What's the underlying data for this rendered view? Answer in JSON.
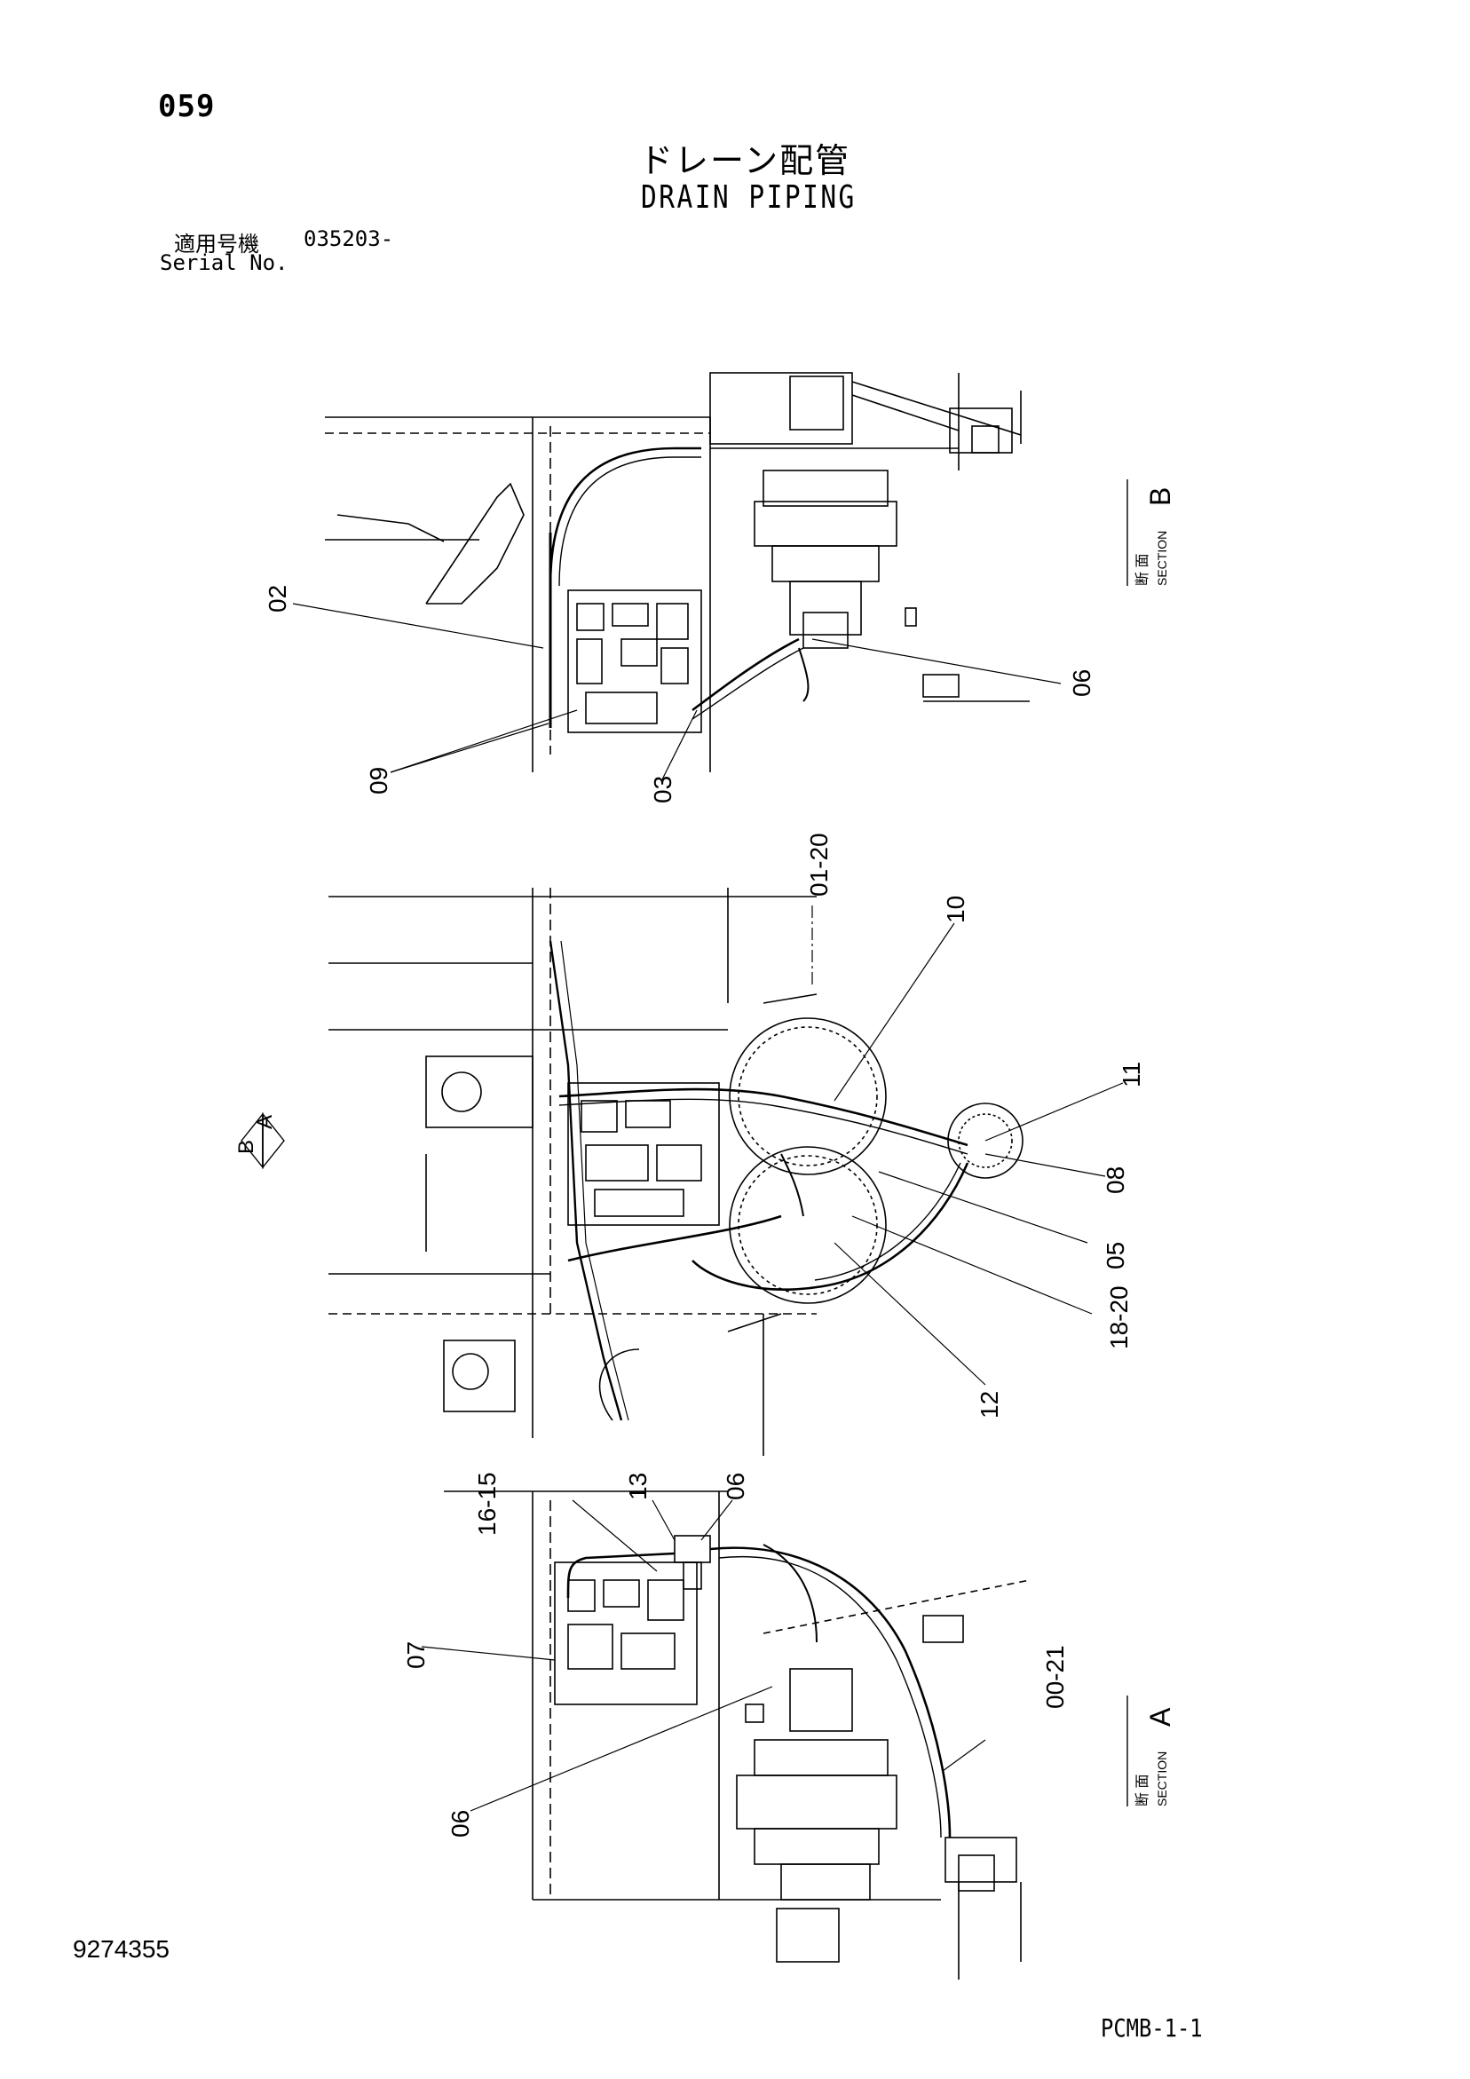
{
  "header": {
    "page_number": "059",
    "title_ja": "ドレーン配管",
    "title_en": "DRAIN PIPING",
    "serial_label_ja": "適用号機",
    "serial_value": "035203-",
    "serial_label_en": "Serial No."
  },
  "sections": {
    "section_b": {
      "kanji": "断 面",
      "word": "SECTION",
      "letter": "B"
    },
    "section_a": {
      "kanji": "断 面",
      "word": "SECTION",
      "letter": "A"
    },
    "view_marker": {
      "left": "B",
      "right": "A"
    }
  },
  "callouts": {
    "top": [
      "02",
      "09",
      "03",
      "06"
    ],
    "middle": [
      "01-20",
      "10",
      "11",
      "08",
      "05",
      "18-20",
      "12"
    ],
    "bottom": [
      "16-15",
      "13",
      "06",
      "07",
      "00-21",
      "06"
    ]
  },
  "footer": {
    "document_number": "9274355",
    "sheet_code": "PCMB-1-1"
  }
}
